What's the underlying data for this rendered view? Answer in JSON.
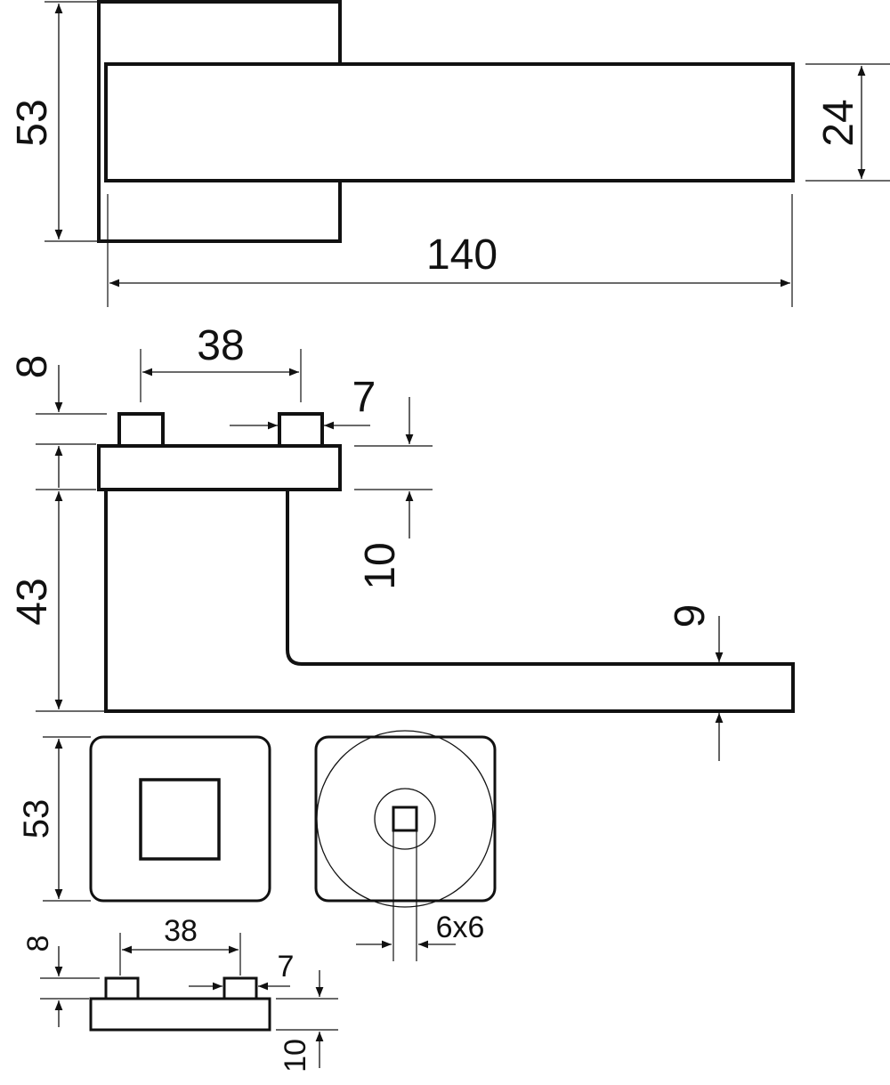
{
  "colors": {
    "line": "#111111",
    "background": "#ffffff"
  },
  "dimensions": {
    "top_height": "53",
    "top_lever_height": "24",
    "top_length": "140",
    "pin_spacing": "38",
    "pin_height": "8",
    "pin_width": "7",
    "base_thickness": "10",
    "side_height": "43",
    "lever_thickness": "9",
    "rosette_size": "53",
    "spindle": "6x6",
    "small_pin_spacing": "38",
    "small_pin_height": "8",
    "small_pin_width": "7",
    "small_base_thickness": "10"
  }
}
